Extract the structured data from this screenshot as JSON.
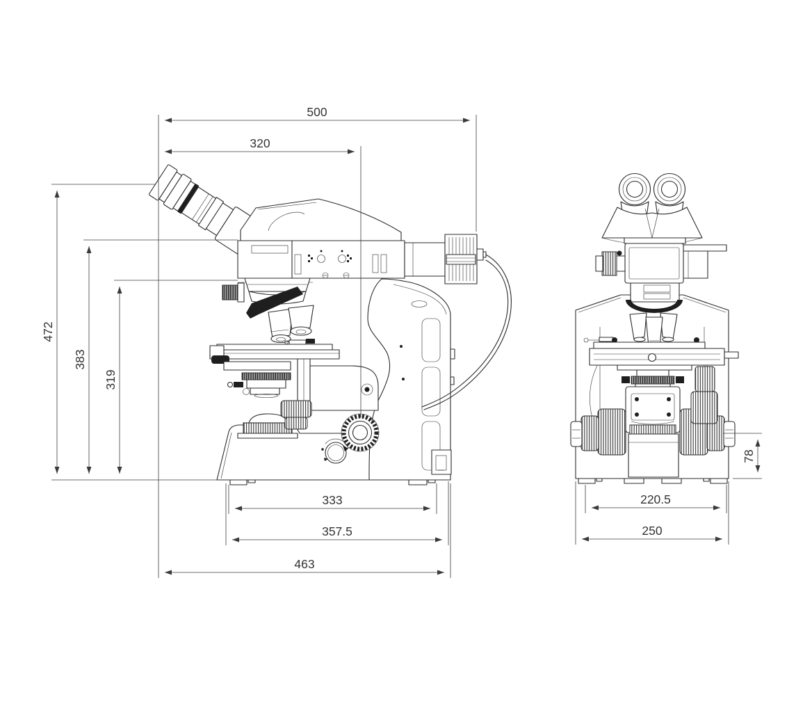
{
  "meta": {
    "background": "#ffffff",
    "line_color": "#2b2b2b",
    "dimension_color": "#3a3a3a",
    "subject": "upright-microscope-dimension-drawing"
  },
  "views": {
    "side": {
      "name": "side-elevation",
      "dims": [
        {
          "id": "overall-width-top",
          "value": "500"
        },
        {
          "id": "width-eyepiece-to-focus-axis",
          "value": "320"
        },
        {
          "id": "overall-height",
          "value": "472"
        },
        {
          "id": "height-to-illuminator-deck",
          "value": "383"
        },
        {
          "id": "height-to-arm-shoulder",
          "value": "319"
        },
        {
          "id": "foot-depth",
          "value": "333"
        },
        {
          "id": "base-depth",
          "value": "357.5"
        },
        {
          "id": "overall-depth",
          "value": "463"
        }
      ]
    },
    "front": {
      "name": "front-elevation",
      "dims": [
        {
          "id": "focus-knob-drop",
          "value": "78"
        },
        {
          "id": "foot-width",
          "value": "220.5"
        },
        {
          "id": "overall-width",
          "value": "250"
        }
      ]
    }
  }
}
